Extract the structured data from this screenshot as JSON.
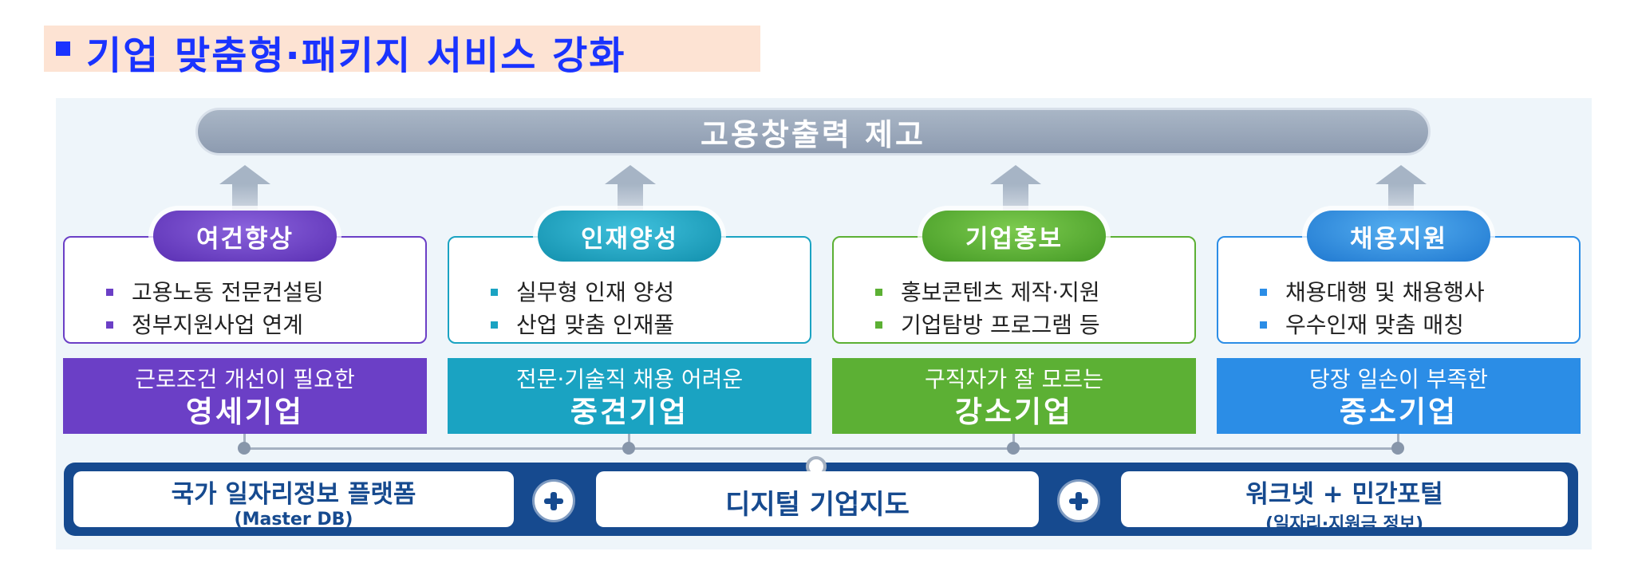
{
  "title": "기업 맞춤형·패키지 서비스 강화",
  "goal": "고용창출력 제고",
  "columns": [
    {
      "label": "여건향상",
      "color": "#6b3fc6",
      "items": [
        "고용노동 전문컨설팅",
        "정부지원사업 연계"
      ],
      "target_sub": "근로조건 개선이 필요한",
      "target_main": "영세기업"
    },
    {
      "label": "인재양성",
      "color": "#1aa3c2",
      "items": [
        "실무형 인재 양성",
        "산업 맞춤 인재풀"
      ],
      "target_sub": "전문·기술직 채용 어려운",
      "target_main": "중견기업"
    },
    {
      "label": "기업홍보",
      "color": "#5cb034",
      "items": [
        "홍보콘텐츠 제작·지원",
        "기업탐방 프로그램 등"
      ],
      "target_sub": "구직자가 잘 모르는",
      "target_main": "강소기업"
    },
    {
      "label": "채용지원",
      "color": "#2b8de6",
      "items": [
        "채용대행 및 채용행사",
        "우수인재 맞춤 매칭"
      ],
      "target_sub": "당장 일손이 부족한",
      "target_main": "중소기업"
    }
  ],
  "bottom": {
    "left": {
      "title": "국가 일자리정보 플랫폼",
      "sub": "(Master DB)"
    },
    "center": {
      "title": "디지털 기업지도"
    },
    "right": {
      "title": "워크넷 + 민간포털",
      "sub": "(일자리·지원금 정보)"
    }
  },
  "colors": {
    "title_text": "#1a33ff",
    "title_highlight": "#fde3d3",
    "banner": "#8d9bb0",
    "bottom_bar": "#164a8f"
  }
}
